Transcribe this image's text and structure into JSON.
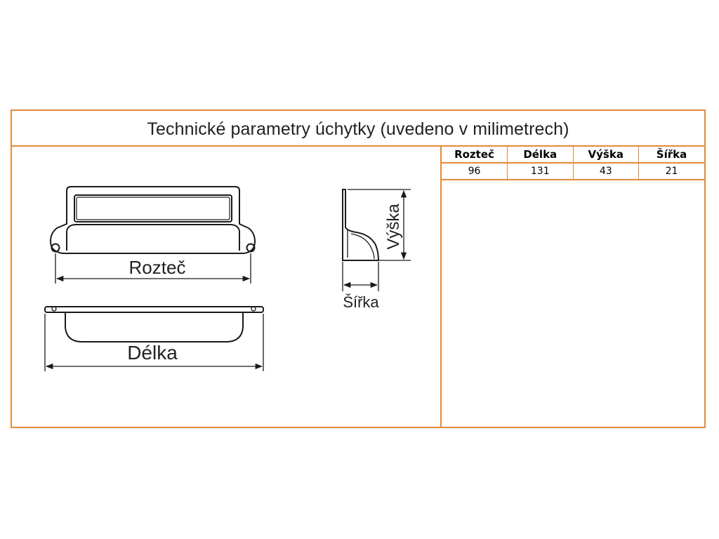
{
  "title": "Technické parametry úchytky (uvedeno v milimetrech)",
  "diagram": {
    "label_roztec": "Rozteč",
    "label_delka": "Délka",
    "label_vyska": "Výška",
    "label_sirka": "Šířka"
  },
  "table": {
    "headers": [
      "Rozteč",
      "Délka",
      "Výška",
      "Šířka"
    ],
    "values": [
      "96",
      "131",
      "43",
      "21"
    ]
  },
  "colors": {
    "border": "#e38a3b",
    "line": "#1a1a1a"
  }
}
